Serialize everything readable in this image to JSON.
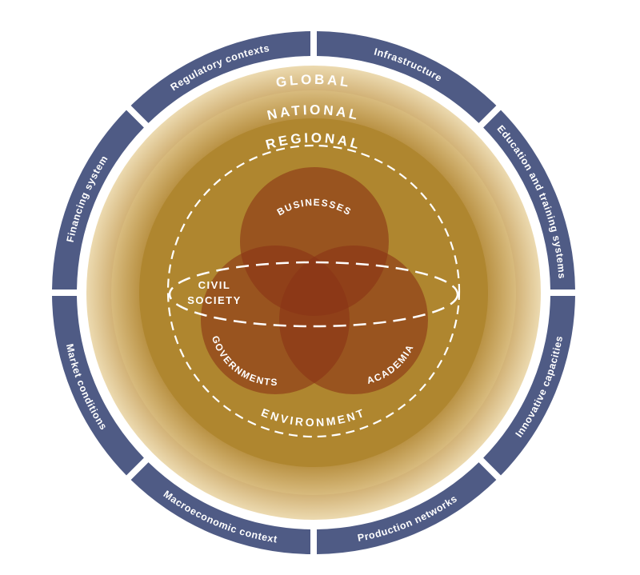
{
  "colors": {
    "segment": "#4f5b85",
    "global_light": "#ecdab0",
    "global_dark": "#c9a462",
    "national_light": "#d8bb7e",
    "national_dark": "#b58c3c",
    "regional": "#af862f",
    "venn": "#8a3316"
  },
  "segments": [
    {
      "label": "Infrastructure"
    },
    {
      "label": "Education and training systems"
    },
    {
      "label": "Innovative capacities"
    },
    {
      "label": "Production networks"
    },
    {
      "label": "Macroeconomic context"
    },
    {
      "label": "Market conditions"
    },
    {
      "label": "Financing system"
    },
    {
      "label": "Regulatory contexts"
    }
  ],
  "rings": {
    "global": "GLOBAL",
    "national": "NATIONAL",
    "regional": "REGIONAL"
  },
  "actors": {
    "businesses": "BUSINESSES",
    "governments": "GOVERNMENTS",
    "academia": "ACADEMIA",
    "civil_society_line1": "CIVIL",
    "civil_society_line2": "SOCIETY"
  },
  "environment": "ENVIRONMENT"
}
